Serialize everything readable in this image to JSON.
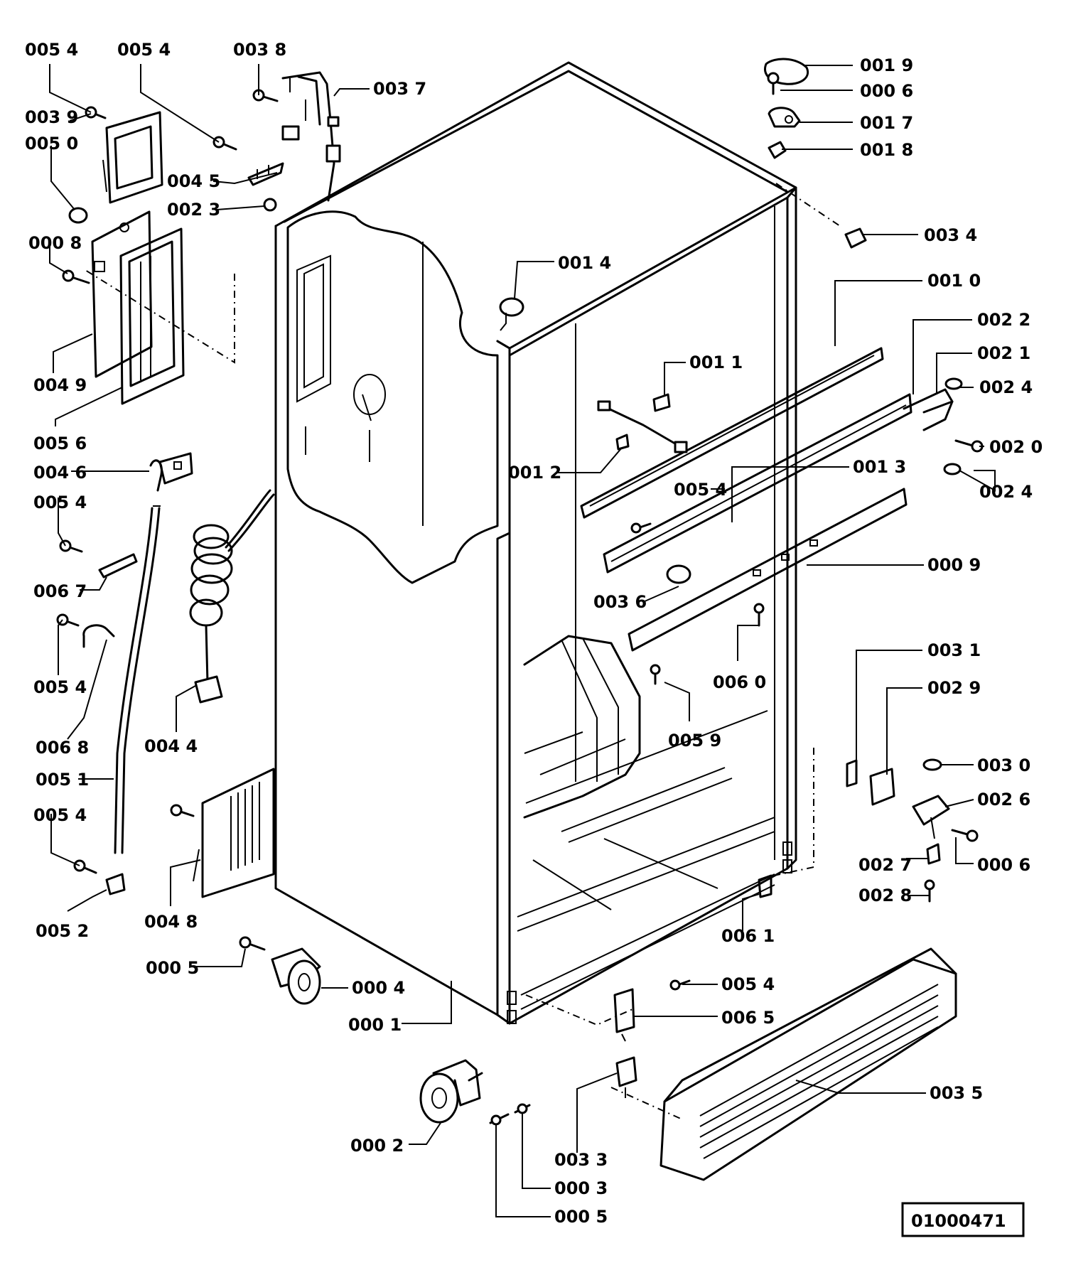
{
  "reference_number": "01000471",
  "callouts": [
    {
      "id": "c-0054-a",
      "text": "005 4"
    },
    {
      "id": "c-0054-b",
      "text": "005 4"
    },
    {
      "id": "c-0038",
      "text": "003 8"
    },
    {
      "id": "c-0037",
      "text": "003 7"
    },
    {
      "id": "c-0039",
      "text": "003 9"
    },
    {
      "id": "c-0050",
      "text": "005 0"
    },
    {
      "id": "c-0045",
      "text": "004 5"
    },
    {
      "id": "c-0023",
      "text": "002 3"
    },
    {
      "id": "c-0008",
      "text": "000 8"
    },
    {
      "id": "c-0049",
      "text": "004 9"
    },
    {
      "id": "c-0056",
      "text": "005 6"
    },
    {
      "id": "c-0046",
      "text": "004 6"
    },
    {
      "id": "c-0054-c",
      "text": "005 4"
    },
    {
      "id": "c-0067",
      "text": "006 7"
    },
    {
      "id": "c-0054-d",
      "text": "005 4"
    },
    {
      "id": "c-0068",
      "text": "006 8"
    },
    {
      "id": "c-0044",
      "text": "004 4"
    },
    {
      "id": "c-0051",
      "text": "005 1"
    },
    {
      "id": "c-0054-e",
      "text": "005 4"
    },
    {
      "id": "c-0052",
      "text": "005 2"
    },
    {
      "id": "c-0048",
      "text": "004 8"
    },
    {
      "id": "c-0005-a",
      "text": "000 5"
    },
    {
      "id": "c-0004",
      "text": "000 4"
    },
    {
      "id": "c-0001",
      "text": "000 1"
    },
    {
      "id": "c-0002",
      "text": "000 2"
    },
    {
      "id": "c-0033",
      "text": "003 3"
    },
    {
      "id": "c-0003",
      "text": "000 3"
    },
    {
      "id": "c-0005-b",
      "text": "000 5"
    },
    {
      "id": "c-0019",
      "text": "001 9"
    },
    {
      "id": "c-0006-a",
      "text": "000 6"
    },
    {
      "id": "c-0017",
      "text": "001 7"
    },
    {
      "id": "c-0018",
      "text": "001 8"
    },
    {
      "id": "c-0034",
      "text": "003 4"
    },
    {
      "id": "c-0014",
      "text": "001 4"
    },
    {
      "id": "c-0010",
      "text": "001 0"
    },
    {
      "id": "c-0022",
      "text": "002 2"
    },
    {
      "id": "c-0021",
      "text": "002 1"
    },
    {
      "id": "c-0024-a",
      "text": "002 4"
    },
    {
      "id": "c-0020",
      "text": "002 0"
    },
    {
      "id": "c-0024-b",
      "text": "002 4"
    },
    {
      "id": "c-0011",
      "text": "001 1"
    },
    {
      "id": "c-0012",
      "text": "001 2"
    },
    {
      "id": "c-0013",
      "text": "001 3"
    },
    {
      "id": "c-0054-f",
      "text": "005 4"
    },
    {
      "id": "c-0009",
      "text": "000 9"
    },
    {
      "id": "c-0036",
      "text": "003 6"
    },
    {
      "id": "c-0060",
      "text": "006 0"
    },
    {
      "id": "c-0059",
      "text": "005 9"
    },
    {
      "id": "c-0031",
      "text": "003 1"
    },
    {
      "id": "c-0029",
      "text": "002 9"
    },
    {
      "id": "c-0030",
      "text": "003 0"
    },
    {
      "id": "c-0026",
      "text": "002 6"
    },
    {
      "id": "c-0027",
      "text": "002 7"
    },
    {
      "id": "c-0006-b",
      "text": "000 6"
    },
    {
      "id": "c-0028",
      "text": "002 8"
    },
    {
      "id": "c-0061",
      "text": "006 1"
    },
    {
      "id": "c-0054-g",
      "text": "005 4"
    },
    {
      "id": "c-0065",
      "text": "006 5"
    },
    {
      "id": "c-0035",
      "text": "003 5"
    }
  ]
}
